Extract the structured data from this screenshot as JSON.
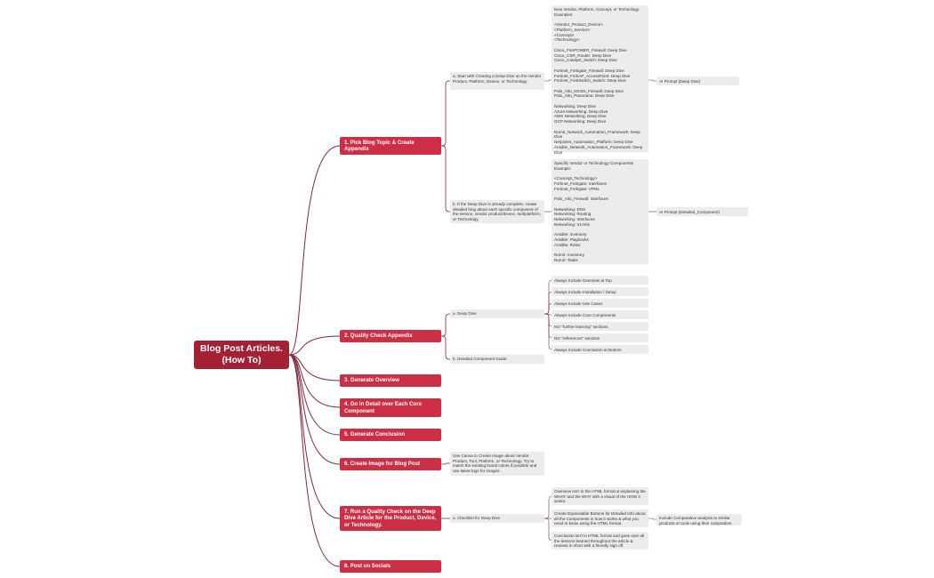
{
  "root": {
    "label": "Blog Post Articles.\n(How To)"
  },
  "steps": [
    {
      "label": "1. Pick Blog Topic & Create Appendix"
    },
    {
      "label": "2. Quality Check Appendix"
    },
    {
      "label": "3. Generate Overview"
    },
    {
      "label": "4. Go in Detail over Each Core Component"
    },
    {
      "label": "5. Generate Conclusion"
    },
    {
      "label": "6. Create Image for Blog Post"
    },
    {
      "label": "7. Run a Quality Check on the Deep Dive Article for the Product, Device, or Technology."
    },
    {
      "label": "8. Post on Socials"
    }
  ],
  "step1": {
    "a": {
      "label": "a. Start with Creating a Deep Dive on the Vendor Product, Platform, Device, or Technology.",
      "examples": "New Vendor, Platform, Concept, or Technology Examples:\n\n<Vendor_Product_Device>\n<Platform_Service>\n<Concept>\n<Technology>\n\nCisco_FirePOWER_Firewall: Deep Dive\nCisco_CSR_Router: Deep Dive\nCisco_Catalyst_Switch: Deep Dive\n\nFortinet_Fortigate_Firewall: Deep Dive\nFortinet_FortiAP_AccessPoint: Deep Dive\nFortinet_FortiSwitch_Switch: Deep Dive\n\nPalo_Alto_NXGN_Firewall: Deep Dive\nPalo_Alto_Panorama: Deep Dive\n\nNetworking: Deep Dive\nAzure Networking: Deep Dive\nAWS Networking: Deep Dive\nGCP Networking: Deep Dive\n\nNornir_Network_Automation_Framework: Deep Dive\nNetpicket_Automation_Platform: Deep Dive\nAnsible_Network_Automation_Framework: Deep Dive",
      "prompt": "AI Prompt (Deep Dive)"
    },
    "b": {
      "label": "b. If the Deep Dive is already complete, create detailed blog about each specific component of the service, vendor product/device, tool/platform, or Technology.",
      "examples": "Specific Vendor or Technology Components Example:\n\n<Concept_Technology>\nFortinet_Fortigate: Interfaces\nFortinet_Fortigate: VPNs\n\nPalo_Alto_Firewall: Interfaces\n\nNetworking: DNS\nNetworking: Routing\nNetworking: Interfaces\nNetworking: VLANs\n\nAnsible: Inventory\nAnsible: Playbooks\nAnsible: Roles\n\nNornir: Inventory\nNornir: Tasks",
      "prompt": "AI Prompt (Detailed_Component)"
    }
  },
  "step2": {
    "a": {
      "label": "a. Deep Dive",
      "items": [
        "Always Include Overview at Top",
        "Always Include Installation / Setup",
        "Always Include Use Cases",
        "Always Include Core Components",
        "NO \"further learning\" sections",
        "NO \"references\" sections",
        "Always Include Conclusion at Bottom"
      ]
    },
    "b": {
      "label": "b. Detailed Component Guide"
    }
  },
  "step6": {
    "note": "Use Canva to Create Image about Vendor Product, Tool, Platform, or Technology. Try to match the existing brand colors if possible and use latest logo for images."
  },
  "step7": {
    "a": {
      "label": "a. Checklist for Deep Dive",
      "items": [
        "Overview isn't in the HTML format & explaining the WHAT and the WHY with a visual of the HOW it works.",
        "Create Expandable Buttons for Detailed Info about all the Components in how it works & what you need to know using the HTML format.",
        "Conclusion isn't in HTML format and goes over all the lessons learned throughout the article & reviews in short with a friendly sign off."
      ],
      "extra": "Include Comparative analysis to similar products or tools using their competitors"
    }
  },
  "colors": {
    "root": "#a32035",
    "step": "#cc2f45",
    "connector": "#7d2a36",
    "box": "#ececec"
  }
}
